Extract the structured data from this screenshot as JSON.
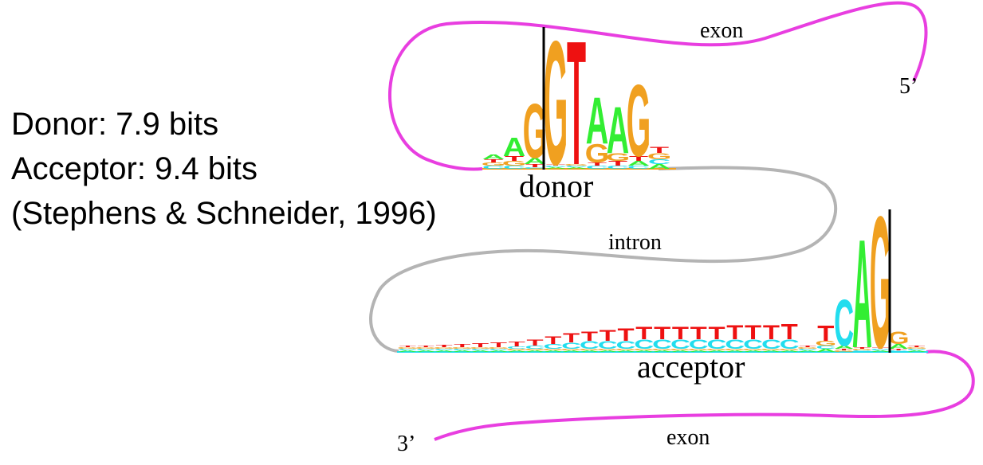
{
  "info": {
    "donor": "Donor: 7.9 bits",
    "acceptor": "Acceptor: 9.4 bits",
    "citation": "(Stephens & Schneider, 1996)"
  },
  "labels": {
    "exon_top": "exon",
    "prime5": "5’",
    "donor": "donor",
    "intron": "intron",
    "acceptor": "acceptor",
    "prime3": "3’",
    "exon_bottom": "exon"
  },
  "colors": {
    "exon_strand": "#e83ee0",
    "intron_strand": "#b4b4b4",
    "A": "#33ee33",
    "C": "#22ddee",
    "G": "#f0a020",
    "T": "#ee1111",
    "boundary": "#000000"
  },
  "donor_logo": [
    {
      "A": 0.3,
      "C": 0.2,
      "G": 0.2,
      "T": 0.2
    },
    {
      "A": 1.2,
      "C": 0.2,
      "G": 0.3,
      "T": 0.3
    },
    {
      "A": 0.4,
      "C": 0.1,
      "G": 3.5,
      "T": 0.2
    },
    {
      "A": 0.1,
      "C": 0.1,
      "G": 8.0,
      "T": 0.1
    },
    {
      "A": 0.1,
      "C": 0.1,
      "G": 0.1,
      "T": 8.0
    },
    {
      "A": 3.0,
      "C": 0.2,
      "G": 1.2,
      "T": 0.2
    },
    {
      "A": 3.0,
      "C": 0.2,
      "G": 0.5,
      "T": 0.3
    },
    {
      "A": 0.3,
      "C": 0.2,
      "G": 4.6,
      "T": 0.3
    },
    {
      "A": 0.3,
      "C": 0.3,
      "G": 0.4,
      "T": 0.4
    }
  ],
  "acceptor_logo": [
    {
      "A": 0.1,
      "C": 0.1,
      "G": 0.1,
      "T": 0.1
    },
    {
      "A": 0.1,
      "C": 0.1,
      "G": 0.1,
      "T": 0.1
    },
    {
      "A": 0.1,
      "C": 0.1,
      "G": 0.1,
      "T": 0.15
    },
    {
      "A": 0.1,
      "C": 0.1,
      "G": 0.1,
      "T": 0.2
    },
    {
      "A": 0.1,
      "C": 0.1,
      "G": 0.1,
      "T": 0.25
    },
    {
      "A": 0.1,
      "C": 0.1,
      "G": 0.1,
      "T": 0.3
    },
    {
      "A": 0.1,
      "C": 0.15,
      "G": 0.1,
      "T": 0.3
    },
    {
      "A": 0.1,
      "C": 0.2,
      "G": 0.1,
      "T": 0.4
    },
    {
      "A": 0.1,
      "C": 0.3,
      "G": 0.1,
      "T": 0.5
    },
    {
      "A": 0.1,
      "C": 0.4,
      "G": 0.1,
      "T": 0.6
    },
    {
      "A": 0.1,
      "C": 0.5,
      "G": 0.1,
      "T": 0.6
    },
    {
      "A": 0.1,
      "C": 0.5,
      "G": 0.1,
      "T": 0.7
    },
    {
      "A": 0.1,
      "C": 0.5,
      "G": 0.1,
      "T": 0.8
    },
    {
      "A": 0.1,
      "C": 0.6,
      "G": 0.1,
      "T": 0.8
    },
    {
      "A": 0.1,
      "C": 0.6,
      "G": 0.1,
      "T": 0.8
    },
    {
      "A": 0.1,
      "C": 0.6,
      "G": 0.1,
      "T": 0.8
    },
    {
      "A": 0.1,
      "C": 0.6,
      "G": 0.1,
      "T": 0.8
    },
    {
      "A": 0.1,
      "C": 0.6,
      "G": 0.1,
      "T": 0.8
    },
    {
      "A": 0.1,
      "C": 0.6,
      "G": 0.1,
      "T": 0.9
    },
    {
      "A": 0.1,
      "C": 0.6,
      "G": 0.1,
      "T": 0.9
    },
    {
      "A": 0.1,
      "C": 0.6,
      "G": 0.1,
      "T": 0.9
    },
    {
      "A": 0.1,
      "C": 0.6,
      "G": 0.1,
      "T": 1.0
    },
    {
      "A": 0.1,
      "C": 0.1,
      "G": 0.1,
      "T": 0.1
    },
    {
      "A": 0.2,
      "C": 0.2,
      "G": 0.3,
      "T": 1.0
    },
    {
      "A": 0.2,
      "C": 3.0,
      "G": 0.1,
      "T": 0.1
    },
    {
      "A": 7.0,
      "C": 0.1,
      "G": 0.1,
      "T": 0.1
    },
    {
      "A": 0.1,
      "C": 0.1,
      "G": 8.5,
      "T": 0.1
    },
    {
      "A": 0.3,
      "C": 0.1,
      "G": 0.8,
      "T": 0.1
    },
    {
      "A": 0.1,
      "C": 0.1,
      "G": 0.1,
      "T": 0.1
    }
  ]
}
